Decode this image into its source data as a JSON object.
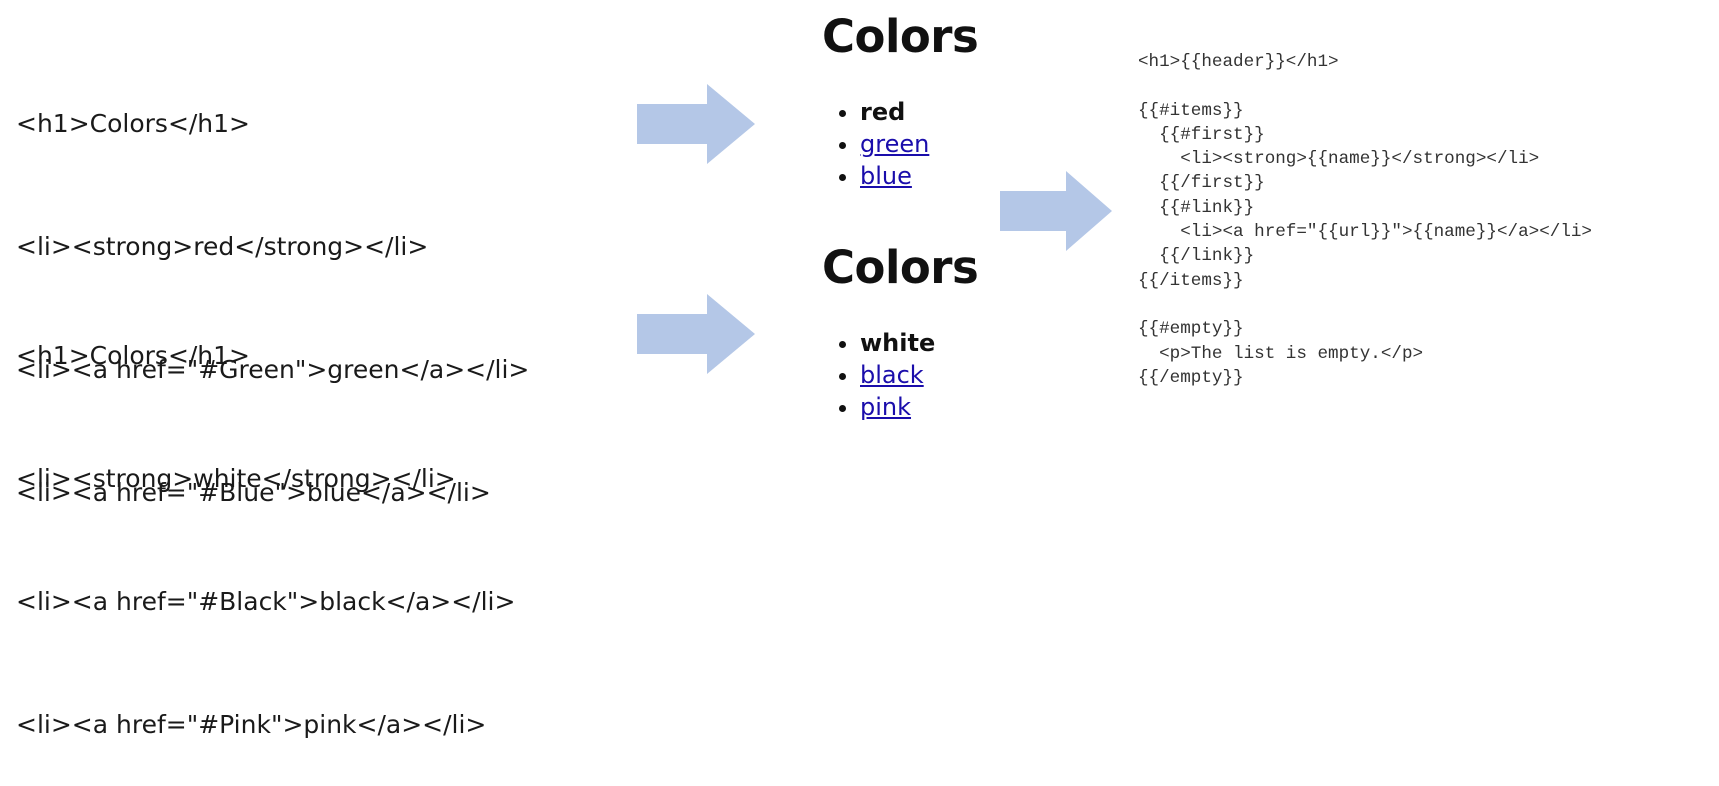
{
  "source_top": {
    "lines": [
      "<h1>Colors</h1>",
      "<li><strong>red</strong></li>",
      "<li><a href=\"#Green\">green</a></li>",
      "<li><a href=\"#Blue\">blue</a></li>"
    ]
  },
  "source_bottom": {
    "lines": [
      "<h1>Colors</h1>",
      "<li><strong>white</strong></li>",
      "<li><a href=\"#Black\">black</a></li>",
      "<li><a href=\"#Pink\">pink</a></li>"
    ]
  },
  "render_top": {
    "title": "Colors",
    "items": [
      "red",
      "green",
      "blue"
    ]
  },
  "render_bottom": {
    "title": "Colors",
    "items": [
      "white",
      "black",
      "pink"
    ]
  },
  "template": {
    "code": "<h1>{{header}}</h1>\n\n{{#items}}\n  {{#first}}\n    <li><strong>{{name}}</strong></li>\n  {{/first}}\n  {{#link}}\n    <li><a href=\"{{url}}\">{{name}}</a></li>\n  {{/link}}\n{{/items}}\n\n{{#empty}}\n  <p>The list is empty.</p>\n{{/empty}}"
  },
  "colors": {
    "arrow": "#b4c7e7",
    "link": "#1a0dab",
    "code_text": "#333333"
  }
}
